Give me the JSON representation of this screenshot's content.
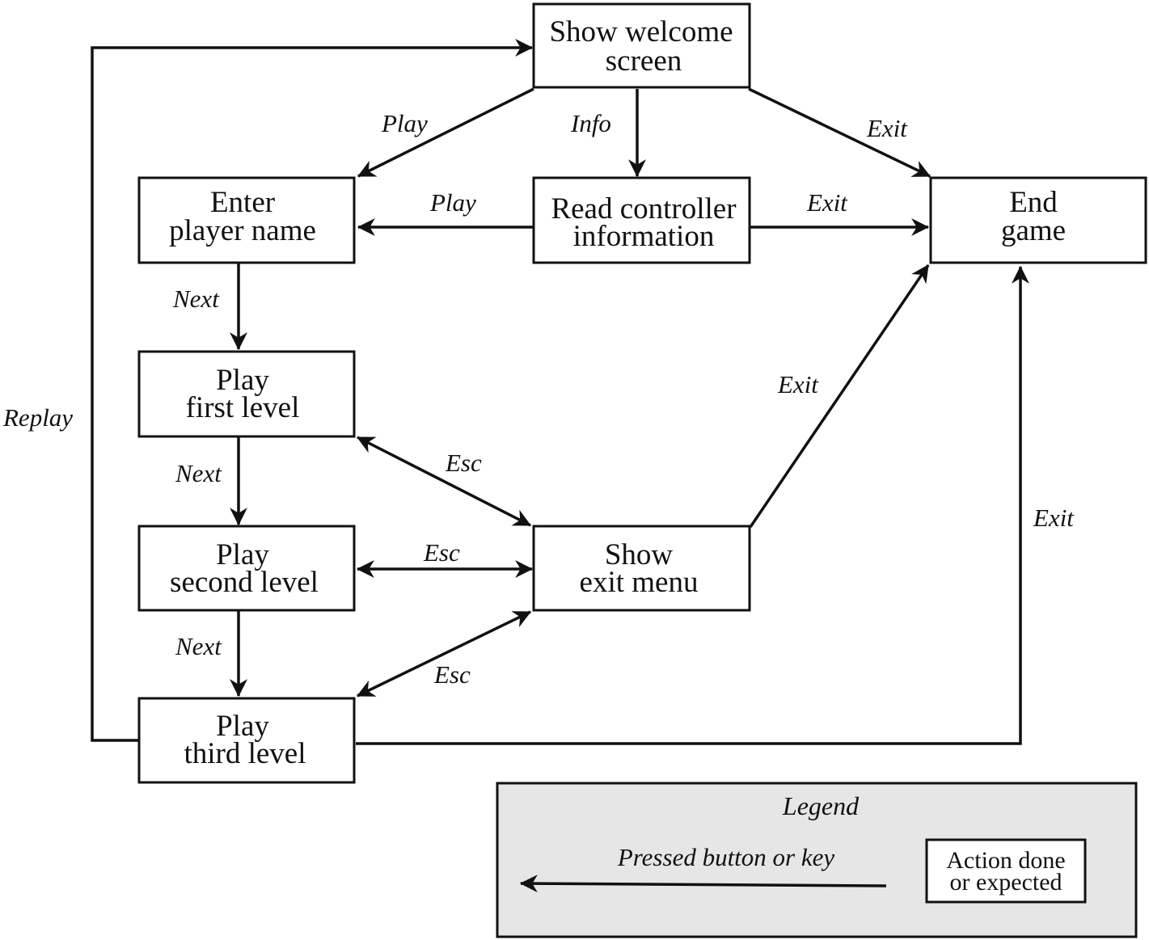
{
  "nodes": {
    "welcome": [
      "Show welcome",
      "screen"
    ],
    "enter_name": [
      "Enter",
      "player name"
    ],
    "read_info": [
      "Read controller",
      "information"
    ],
    "end_game": [
      "End",
      "game"
    ],
    "first_level": [
      "Play",
      "first level"
    ],
    "second_level": [
      "Play",
      "second level"
    ],
    "third_level": [
      "Play",
      "third level"
    ],
    "exit_menu": [
      "Show",
      "exit menu"
    ]
  },
  "edges": {
    "welcome_play": "Play",
    "welcome_info": "Info",
    "welcome_exit": "Exit",
    "info_play": "Play",
    "info_exit": "Exit",
    "name_next": "Next",
    "first_next": "Next",
    "second_next": "Next",
    "first_esc": "Esc",
    "second_esc": "Esc",
    "third_esc": "Esc",
    "menu_exit": "Exit",
    "third_exit": "Exit",
    "replay": "Replay"
  },
  "legend": {
    "title": "Legend",
    "arrow_label": "Pressed button or key",
    "box_label": [
      "Action done",
      "or expected"
    ]
  }
}
